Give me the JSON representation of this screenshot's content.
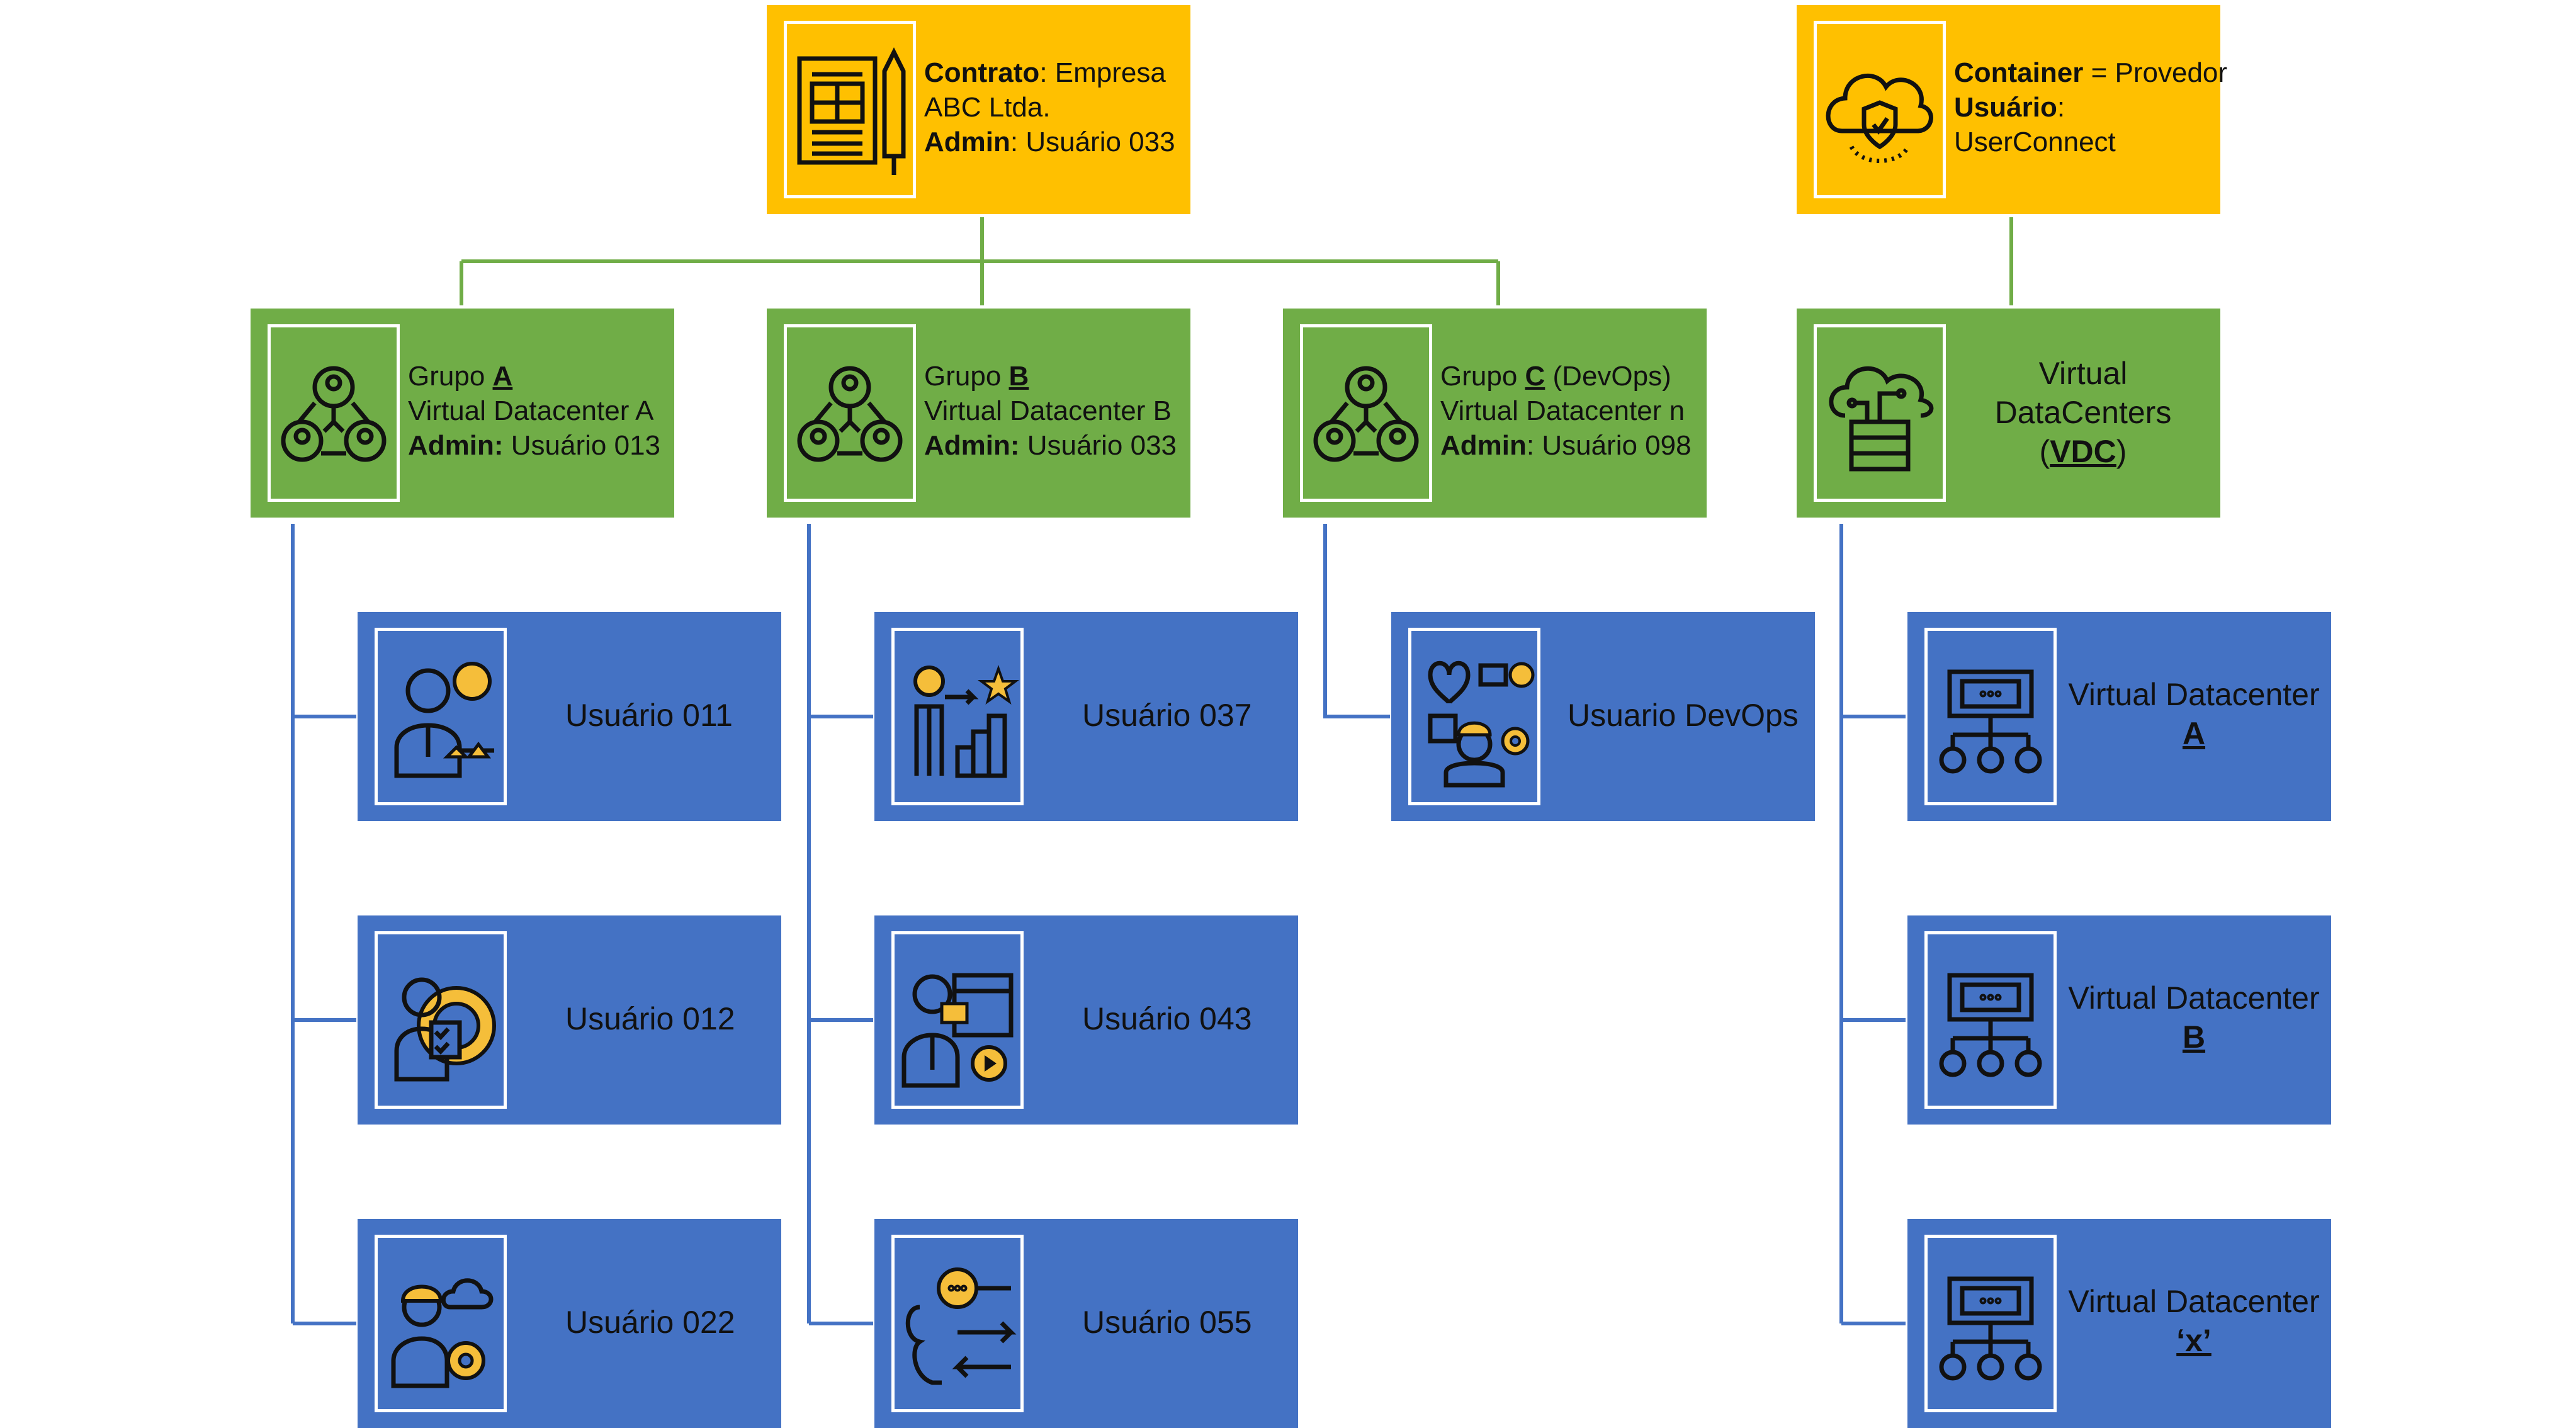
{
  "colors": {
    "yellow": "#FFC000",
    "green": "#70AD47",
    "blue": "#4472C4",
    "green_line": "#70AD47",
    "blue_line": "#4472C4",
    "icon_accent": "#F5BE3A"
  },
  "contract": {
    "icon": "contract-document-icon",
    "contrato_label": "Contrato",
    "contrato_value": ": Empresa",
    "company_line2": "ABC Ltda.",
    "admin_label": "Admin",
    "admin_value": ": Usuário 033"
  },
  "container": {
    "icon": "cloud-shield-icon",
    "container_label": "Container",
    "container_value": " = Provedor",
    "usuario_label": "Usuário",
    "usuario_value": ":",
    "usuario_name": "UserConnect"
  },
  "groups": [
    {
      "icon": "group-network-icon",
      "grupo_label": "Grupo ",
      "grupo_letter": "A",
      "grupo_suffix": "",
      "vdc": "Virtual Datacenter A",
      "admin_label": "Admin:",
      "admin_value": " Usuário 013"
    },
    {
      "icon": "group-network-icon",
      "grupo_label": "Grupo ",
      "grupo_letter": "B",
      "grupo_suffix": "",
      "vdc": "Virtual Datacenter B",
      "admin_label": "Admin:",
      "admin_value": " Usuário 033"
    },
    {
      "icon": "group-network-icon",
      "grupo_label": "Grupo ",
      "grupo_letter": "C",
      "grupo_suffix": " (DevOps)",
      "vdc": "Virtual Datacenter n",
      "admin_label": "Admin",
      "admin_value": ": Usuário 098"
    }
  ],
  "vdc_header": {
    "icon": "cloud-server-icon",
    "line1": "Virtual",
    "line2": "DataCenters",
    "open_paren": "(",
    "abbr": "VDC",
    "close_paren": ")"
  },
  "users": {
    "u011": {
      "label": "Usuário 011",
      "icon": "businessman-idea-icon"
    },
    "u012": {
      "label": "Usuário 012",
      "icon": "businessman-gear-checklist-icon"
    },
    "u022": {
      "label": "Usuário 022",
      "icon": "worker-cloud-gear-icon"
    },
    "u037": {
      "label": "Usuário 037",
      "icon": "businessman-growth-chart-icon"
    },
    "u043": {
      "label": "Usuário 043",
      "icon": "presenter-video-icon"
    },
    "u055": {
      "label": "Usuário 055",
      "icon": "user-search-arrows-icon"
    },
    "devops": {
      "label": "Usuario DevOps",
      "icon": "developer-ideas-icon"
    }
  },
  "datacenters": [
    {
      "line1": "Virtual Datacenter",
      "line2": "A",
      "icon": "datacenter-network-icon"
    },
    {
      "line1": "Virtual Datacenter",
      "line2": "B",
      "icon": "datacenter-network-icon"
    },
    {
      "line1": "Virtual Datacenter",
      "line2": "‘x’",
      "icon": "datacenter-network-icon"
    }
  ]
}
